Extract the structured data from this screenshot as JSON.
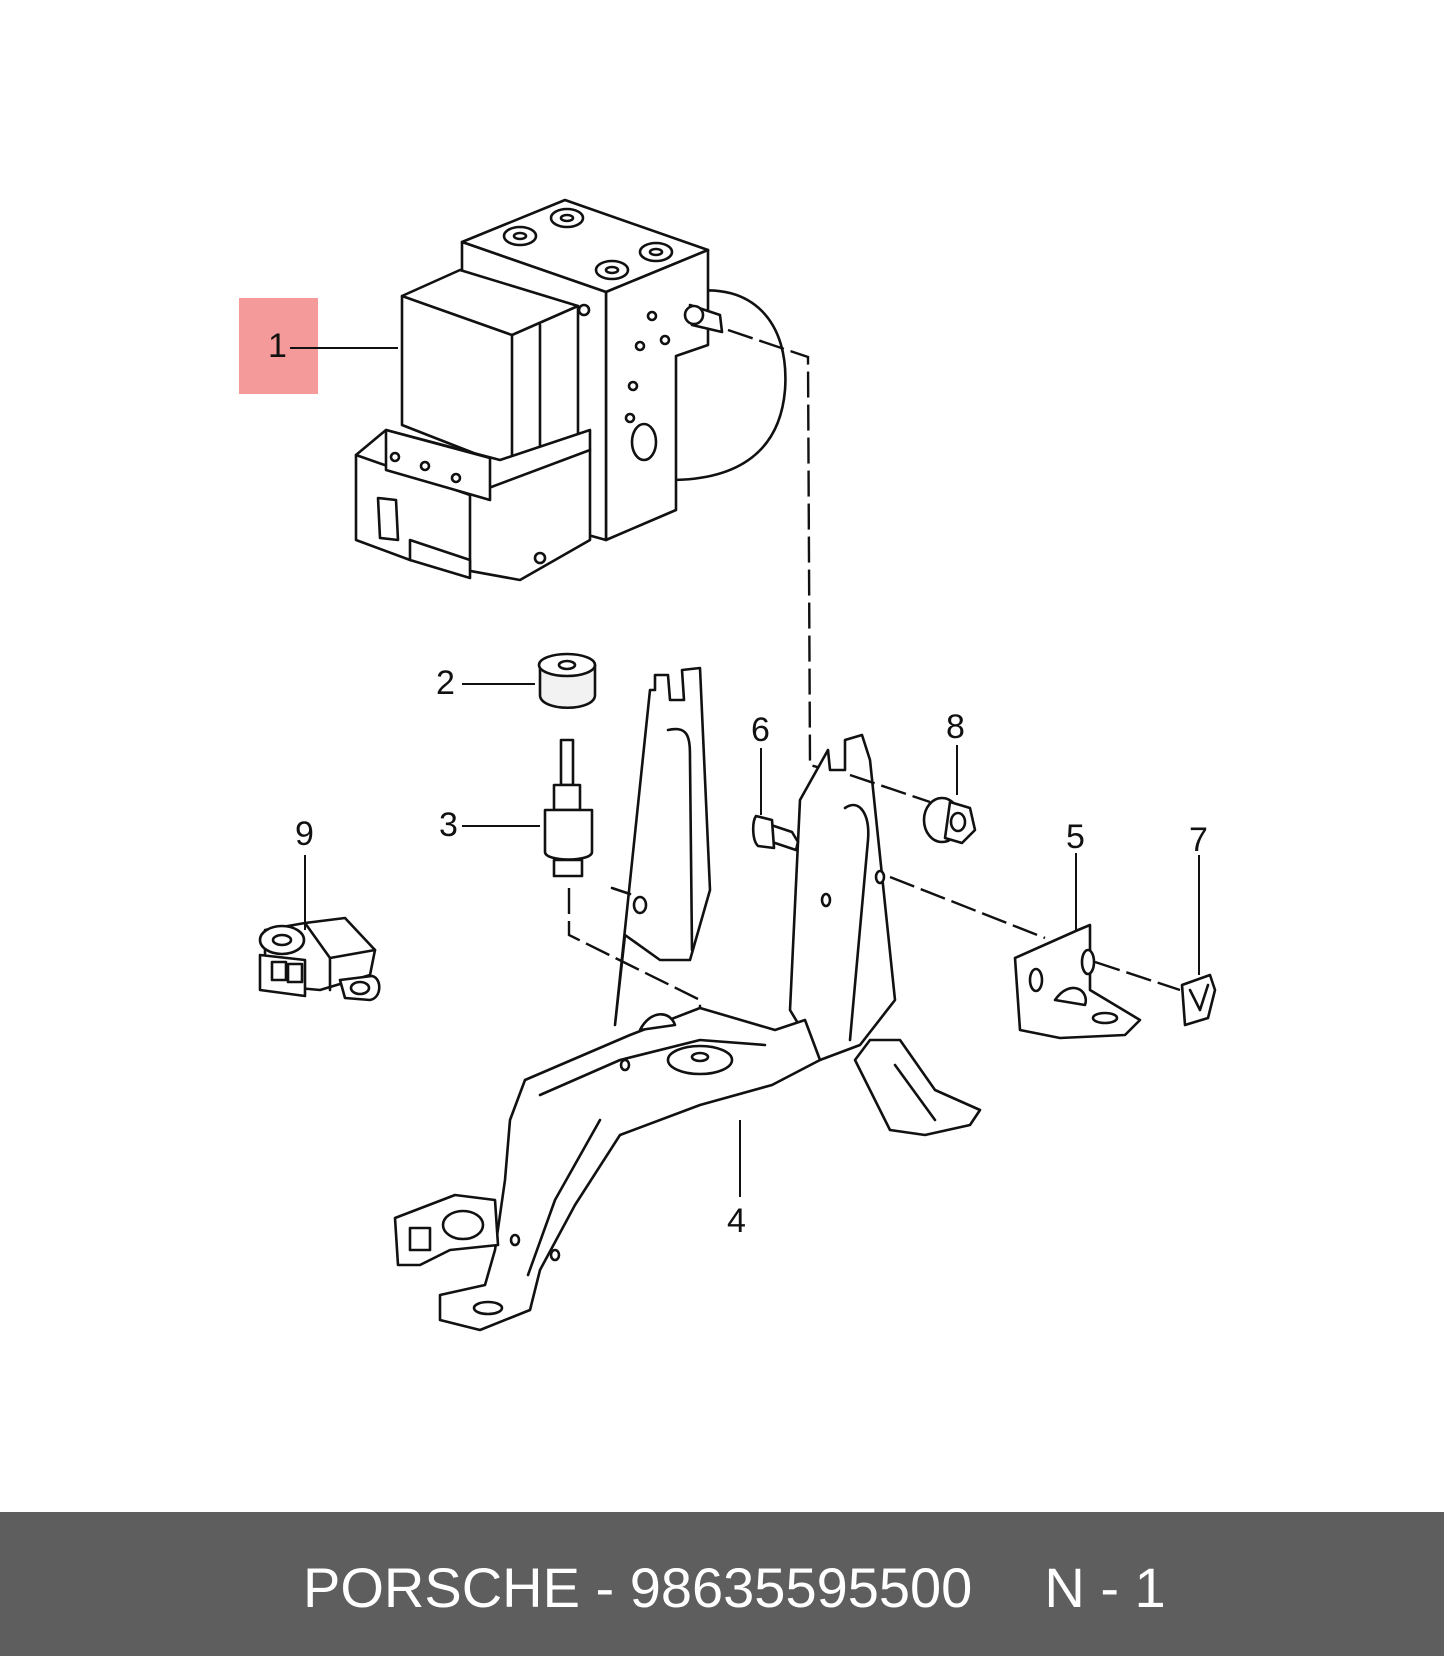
{
  "diagram": {
    "callouts": [
      "1",
      "2",
      "3",
      "4",
      "5",
      "6",
      "7",
      "8",
      "9"
    ],
    "highlighted_callout": "1",
    "highlight_color": "#f59a9a"
  },
  "footer": {
    "brand": "PORSCHE",
    "separator": "-",
    "part_number": "98635595500",
    "position": "N - 1",
    "background": "#5e5e5e",
    "text_color": "#ffffff"
  }
}
